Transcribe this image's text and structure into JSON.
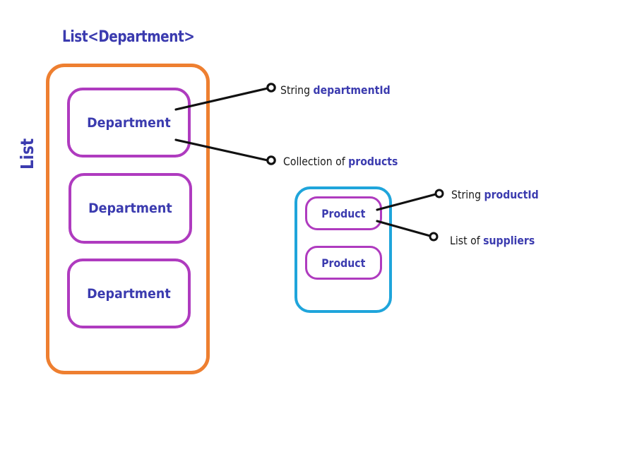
{
  "diagram": {
    "title": "List<Department>",
    "vertical_label": "List",
    "colors": {
      "orange_container": "#EE7F30",
      "purple_box": "#AF3BBF",
      "cyan_container": "#1FA5DB",
      "blue_text": "#3B3BAF",
      "connector_black": "#111111"
    },
    "department_container": {
      "name": "List<Department>",
      "items": [
        {
          "label": "Department"
        },
        {
          "label": "Department"
        },
        {
          "label": "Department"
        }
      ]
    },
    "product_container": {
      "items": [
        {
          "label": "Product"
        },
        {
          "label": "Product"
        }
      ]
    },
    "annotations": [
      {
        "id": "departmentId",
        "prefix": "String ",
        "keyword": "departmentId"
      },
      {
        "id": "products",
        "prefix": "Collection of ",
        "keyword": "products"
      },
      {
        "id": "productId",
        "prefix": "String ",
        "keyword": "productId"
      },
      {
        "id": "suppliers",
        "prefix": "List of ",
        "keyword": "suppliers"
      }
    ]
  }
}
